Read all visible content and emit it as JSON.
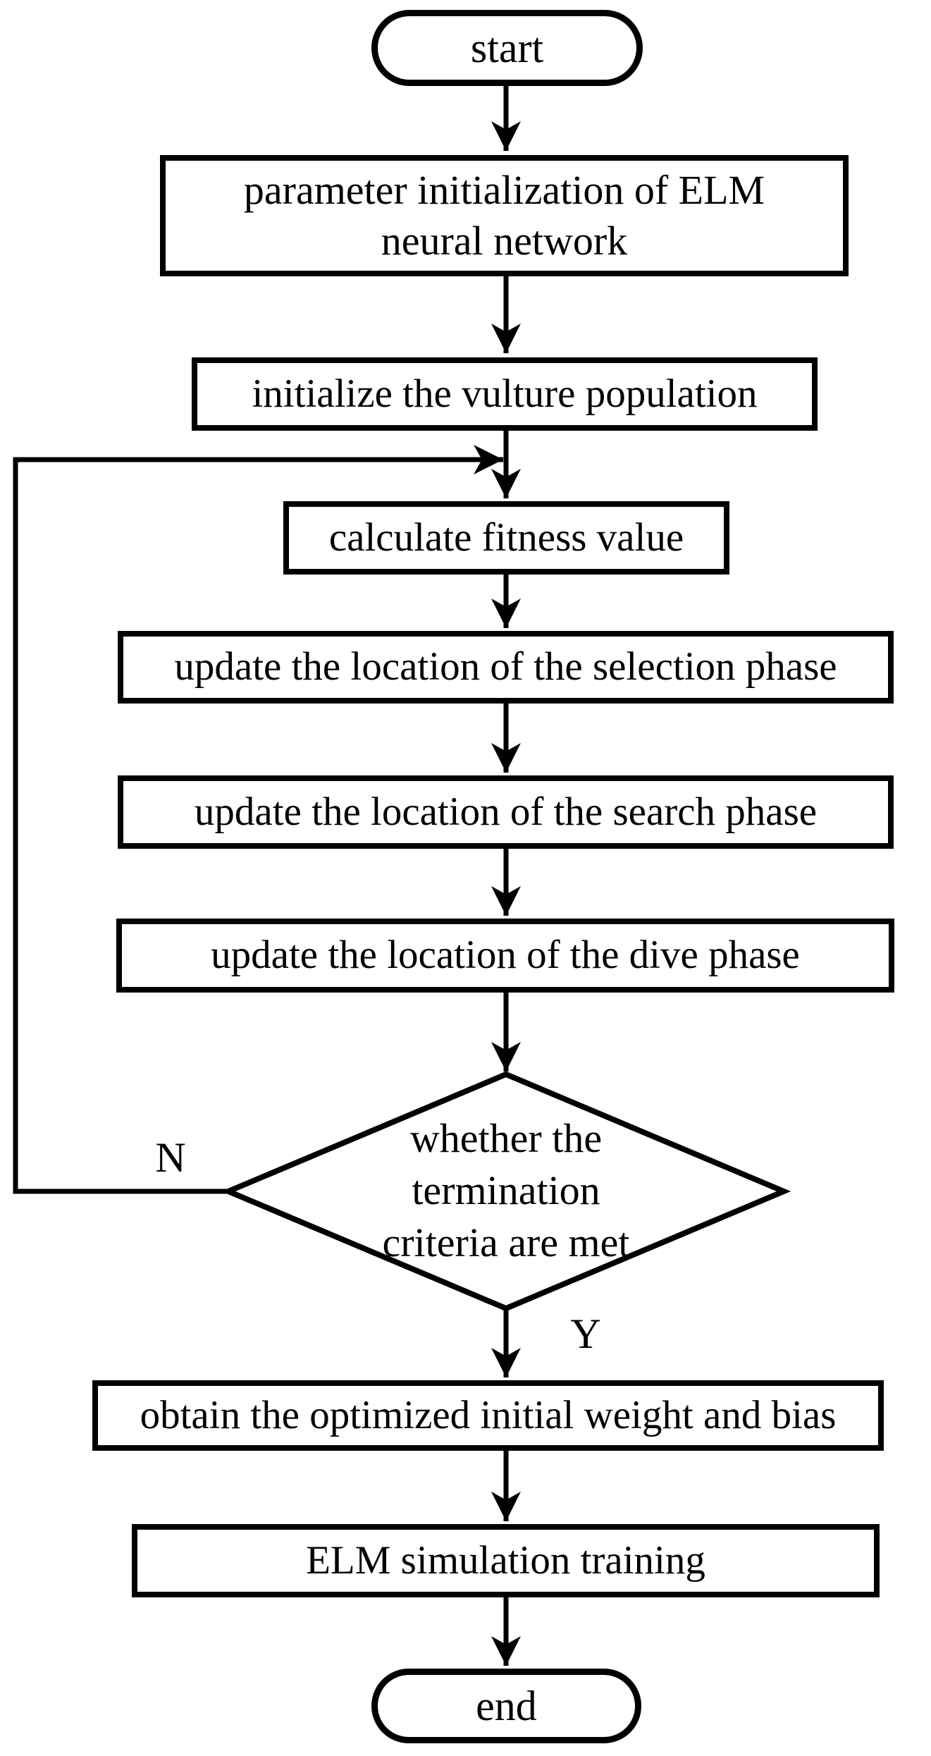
{
  "figure": {
    "type": "flowchart",
    "background_color": "#ffffff",
    "line_color": "#000000",
    "text_color": "#000000",
    "nodes": {
      "start": {
        "shape": "terminator",
        "label": "start"
      },
      "param_init": {
        "shape": "process",
        "line1": "parameter initialization of ELM",
        "line2": "neural network"
      },
      "init_population": {
        "shape": "process",
        "label": "initialize the vulture population"
      },
      "fitness": {
        "shape": "process",
        "label": "calculate fitness value"
      },
      "selection_phase": {
        "shape": "process",
        "label": "update the location of the selection phase"
      },
      "search_phase": {
        "shape": "process",
        "label": "update the location of the search phase"
      },
      "dive_phase": {
        "shape": "process",
        "label": "update the location of the dive phase"
      },
      "termination": {
        "shape": "decision",
        "line1": "whether the",
        "line2": "termination",
        "line3": "criteria are met"
      },
      "obtain_weights": {
        "shape": "process",
        "label": "obtain the optimized initial weight and bias"
      },
      "elm_training": {
        "shape": "process",
        "label": "ELM simulation training"
      },
      "end": {
        "shape": "terminator",
        "label": "end"
      }
    },
    "branch_labels": {
      "no": "N",
      "yes": "Y"
    },
    "edges": [
      {
        "from": "start",
        "to": "param_init"
      },
      {
        "from": "param_init",
        "to": "init_population"
      },
      {
        "from": "init_population",
        "to": "fitness"
      },
      {
        "from": "fitness",
        "to": "selection_phase"
      },
      {
        "from": "selection_phase",
        "to": "search_phase"
      },
      {
        "from": "search_phase",
        "to": "dive_phase"
      },
      {
        "from": "dive_phase",
        "to": "termination"
      },
      {
        "from": "termination",
        "to": "obtain_weights",
        "label": "Y"
      },
      {
        "from": "termination",
        "to": "fitness",
        "label": "N"
      },
      {
        "from": "obtain_weights",
        "to": "elm_training"
      },
      {
        "from": "elm_training",
        "to": "end"
      }
    ]
  }
}
